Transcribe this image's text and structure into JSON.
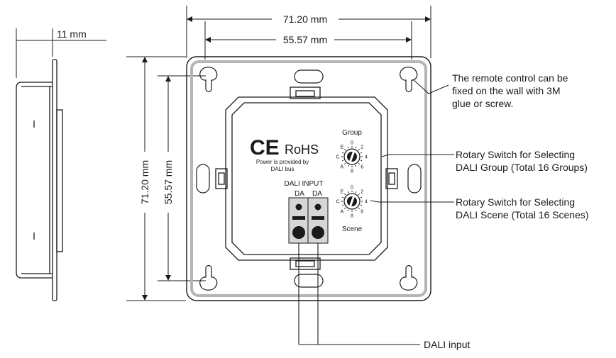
{
  "dimensions": {
    "depth": "11 mm",
    "overall_width": "71.20 mm",
    "mounting_width": "55.57 mm",
    "overall_height": "71.20 mm",
    "mounting_height": "55.57 mm"
  },
  "label": {
    "ce": "CE",
    "rohs": "RoHS",
    "power_line1": "Power is provided by",
    "power_line2": "DALI bus",
    "group": "Group",
    "scene": "Scene",
    "dali_input": "DALI INPUT",
    "da1": "DA",
    "da2": "DA"
  },
  "dial_digits": [
    "0",
    "2",
    "4",
    "6",
    "8",
    "A",
    "C",
    "E"
  ],
  "callouts": {
    "mounting_line1": "The remote control can be",
    "mounting_line2": "fixed on the wall with 3M",
    "mounting_line3": "glue or screw.",
    "group_line1": "Rotary Switch for Selecting",
    "group_line2": "DALI Group  (Total 16 Groups)",
    "scene_line1": "Rotary Switch for Selecting",
    "scene_line2": "DALI Scene (Total 16 Scenes)",
    "dali_input": "DALI input"
  }
}
